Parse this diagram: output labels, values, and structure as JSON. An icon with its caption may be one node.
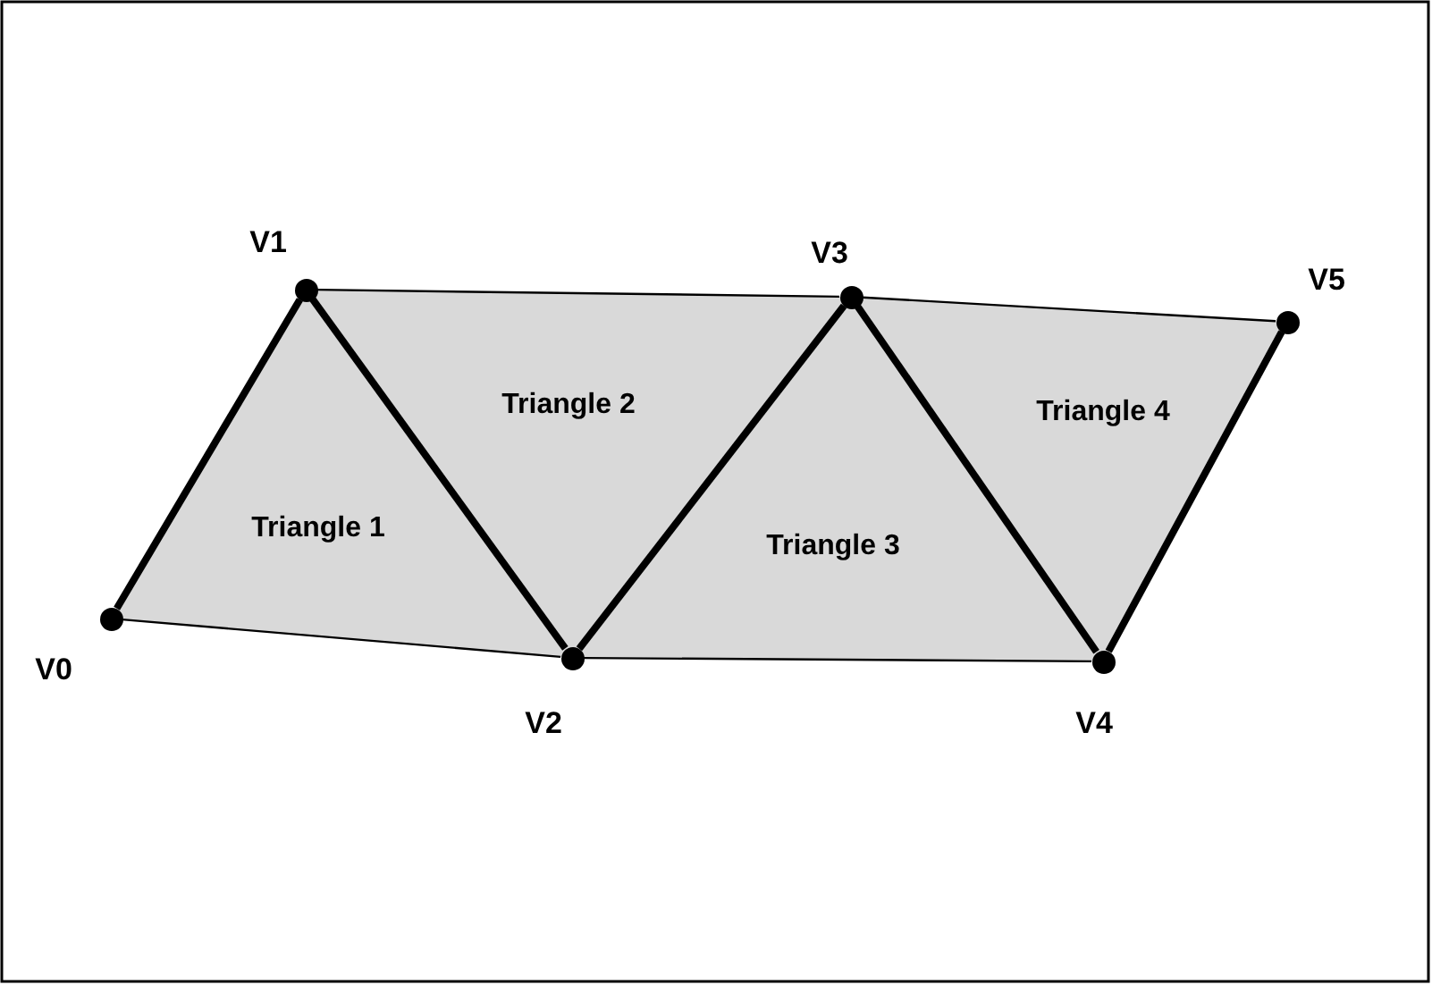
{
  "diagram": {
    "nodes": [
      {
        "text": [],
        "shape": "circle",
        "beside": [
          "V0"
        ]
      },
      {
        "text": [],
        "shape": "circle",
        "beside": [
          "V1"
        ]
      },
      {
        "text": [],
        "shape": "circle",
        "beside": [
          "V2"
        ]
      },
      {
        "text": [],
        "shape": "circle",
        "beside": [
          "V3"
        ]
      },
      {
        "text": [],
        "shape": "circle",
        "beside": [
          "V4"
        ]
      },
      {
        "text": [],
        "shape": "circle",
        "beside": [
          "V5"
        ]
      }
    ],
    "edges": [
      {
        "from": 0,
        "to": 1,
        "arrow": "none"
      },
      {
        "from": 1,
        "to": 2,
        "arrow": "none"
      },
      {
        "from": 2,
        "to": 3,
        "arrow": "none"
      },
      {
        "from": 3,
        "to": 4,
        "arrow": "none"
      },
      {
        "from": 4,
        "to": 5,
        "arrow": "none"
      },
      {
        "from": 0,
        "to": 2,
        "arrow": "none"
      },
      {
        "from": 1,
        "to": 3,
        "arrow": "none"
      },
      {
        "from": 2,
        "to": 4,
        "arrow": "none"
      },
      {
        "from": 3,
        "to": 5,
        "arrow": "none"
      }
    ],
    "labels": [
      "Triangle 2",
      "Triangle 4",
      "Triangle 1",
      "Triangle 3"
    ]
  }
}
